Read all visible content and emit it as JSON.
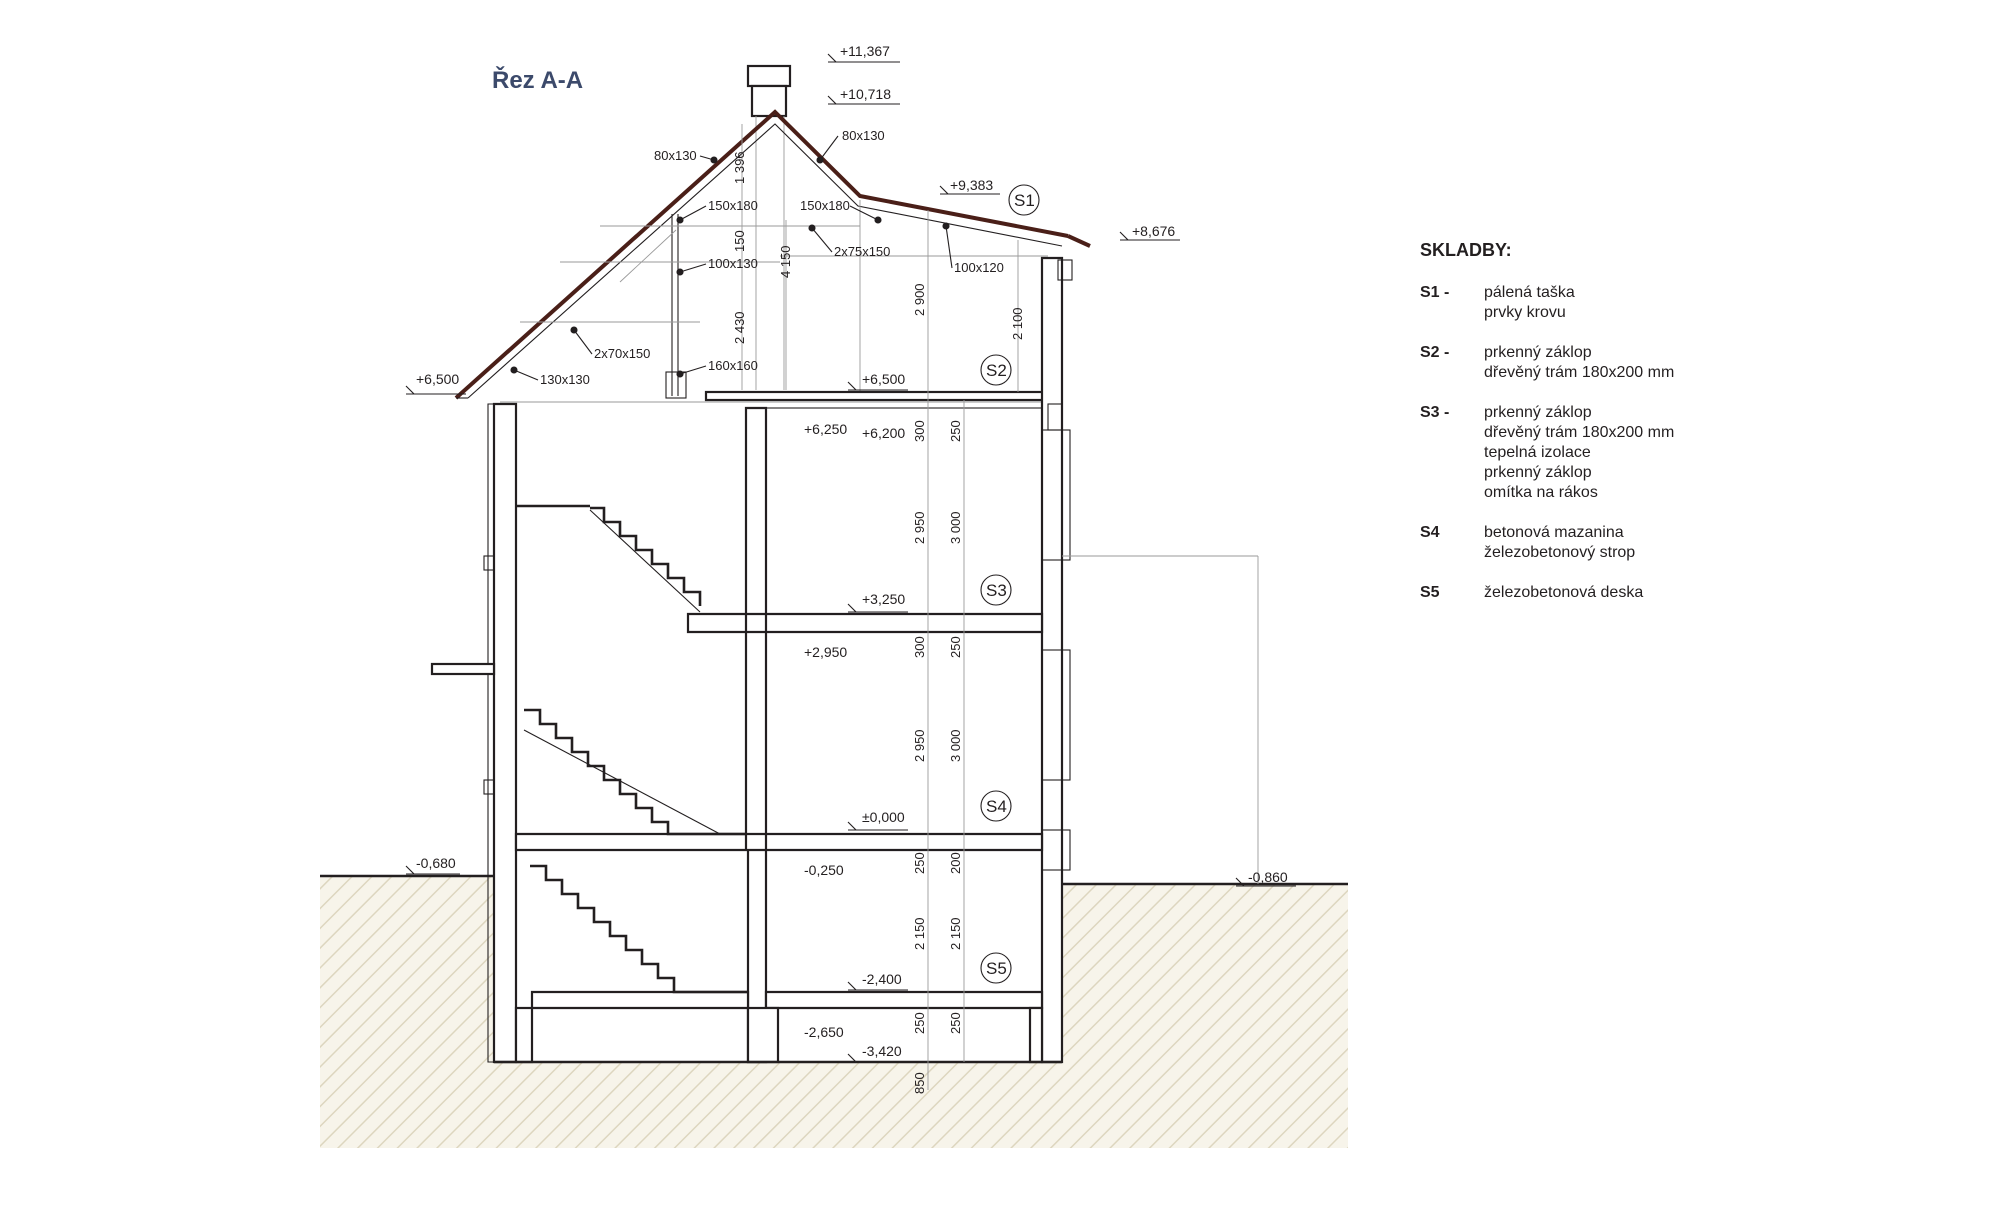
{
  "title": "Řez A-A",
  "levels": {
    "l11367": "+11,367",
    "l10718": "+10,718",
    "l9383": "+9,383",
    "l8676": "+8,676",
    "l6500_left": "+6,500",
    "l6500_mid": "+6,500",
    "l6250": "+6,250",
    "l6200": "+6,200",
    "l3250": "+3,250",
    "l2950": "+2,950",
    "l0000": "±0,000",
    "lm0250": "-0,250",
    "lm0680": "-0,680",
    "lm0860": "-0,860",
    "lm2400": "-2,400",
    "lm2650": "-2,650",
    "lm3420": "-3,420"
  },
  "timber": {
    "t1": "80x130",
    "t2": "80x130",
    "t3": "150x180",
    "t4": "150x180",
    "t5": "2x75x150",
    "t6": "100x130",
    "t7": "100x120",
    "t8": "2x70x150",
    "t9": "160x160",
    "t10": "130x130"
  },
  "dims": {
    "d1396": "1 396",
    "d150": "150",
    "d4150": "4 150",
    "d2430": "2 430",
    "d2900": "2 900",
    "d2100": "2 100",
    "d300a": "300",
    "d250a": "250",
    "d2950a": "2 950",
    "d3000a": "3 000",
    "d300b": "300",
    "d250b": "250",
    "d2950b": "2 950",
    "d3000b": "3 000",
    "d250c": "250",
    "d200": "200",
    "d2150a": "2 150",
    "d2150b": "2 150",
    "d250d": "250",
    "d250e": "250",
    "d850": "850"
  },
  "tags": [
    "S1",
    "S2",
    "S3",
    "S4",
    "S5"
  ],
  "legend": {
    "title": "SKLADBY:",
    "items": [
      {
        "code": "S1 -",
        "lines": [
          "pálená taška",
          "prvky  krovu"
        ]
      },
      {
        "code": "S2 -",
        "lines": [
          "prkenný záklop",
          "dřevěný trám 180x200 mm"
        ]
      },
      {
        "code": "S3 -",
        "lines": [
          "prkenný záklop",
          "dřevěný trám 180x200 mm",
          "tepelná izolace",
          "prkenný záklop",
          "omítka na rákos"
        ]
      },
      {
        "code": "S4",
        "lines": [
          "betonová mazanina",
          "železobetonový strop"
        ]
      },
      {
        "code": "S5",
        "lines": [
          "železobetonová deska"
        ]
      }
    ]
  },
  "colors": {
    "ground_hatch": "#ddd6bf",
    "ground_bg": "#f7f4ea",
    "roof_covering": "#4a1f18",
    "title": "#3c4a6b"
  }
}
